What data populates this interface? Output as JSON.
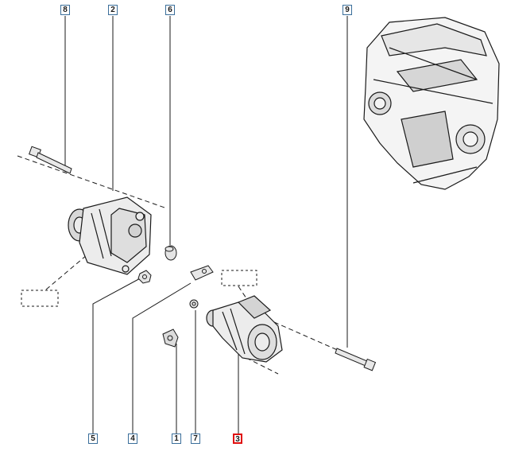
{
  "callouts": [
    {
      "id": "c8",
      "label": "8",
      "highlight": false
    },
    {
      "id": "c2",
      "label": "2",
      "highlight": false
    },
    {
      "id": "c6",
      "label": "6",
      "highlight": false
    },
    {
      "id": "c9",
      "label": "9",
      "highlight": false
    },
    {
      "id": "c5",
      "label": "5",
      "highlight": false
    },
    {
      "id": "c4",
      "label": "4",
      "highlight": false
    },
    {
      "id": "c1",
      "label": "1",
      "highlight": false
    },
    {
      "id": "c7",
      "label": "7",
      "highlight": false
    },
    {
      "id": "c3",
      "label": "3",
      "highlight": true
    }
  ],
  "colors": {
    "line": "#1a1a1a",
    "callout_border": "#3a6e9a",
    "highlight": "#e01010"
  }
}
